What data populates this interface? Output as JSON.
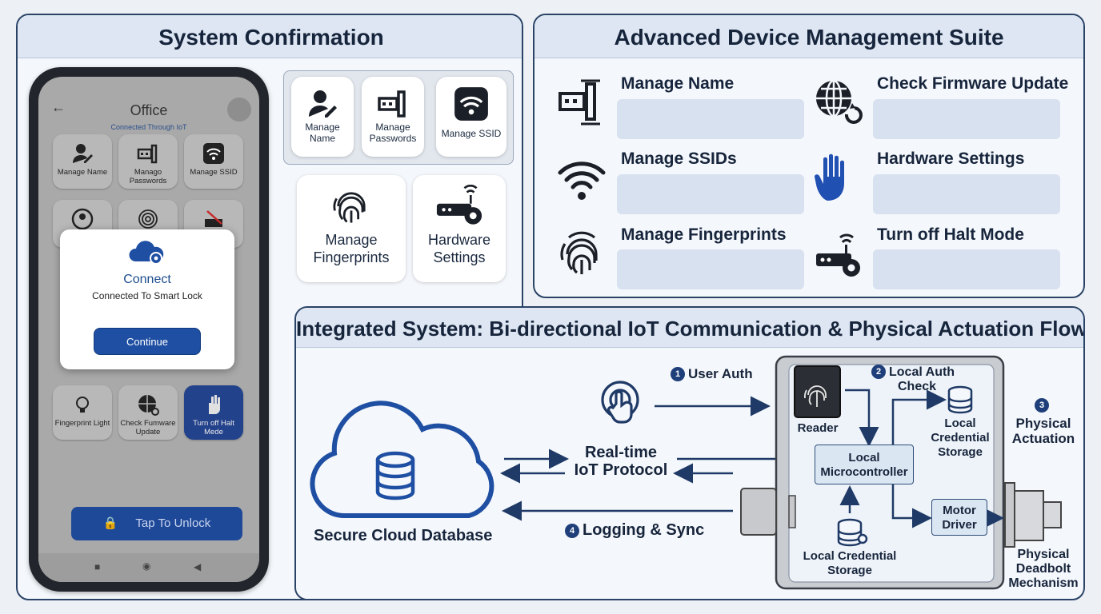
{
  "system_confirmation": {
    "title": "System Confirmation",
    "phone": {
      "screen_title": "Office",
      "screen_subtitle": "Connected Through IoT",
      "tiles": [
        "Manage Name",
        "Manago Passwords",
        "Manage SSID",
        "Fingerprint Light",
        "Check Fumware Update",
        "Turn off Halt Mede"
      ],
      "dialog": {
        "title": "Connect",
        "message": "Connected To Smart Lock",
        "button": "Continue"
      },
      "unlock_button": "Tap To Unlock"
    },
    "small_tiles": [
      "Manage Name",
      "Manage Passwords",
      "Manage SSID"
    ],
    "large_tiles": [
      "Manage Fingerprints",
      "Hardware Settings"
    ]
  },
  "advanced": {
    "title": "Advanced Device Management Suite",
    "items": [
      {
        "label": "Manage Name",
        "icon": "card-reader-icon"
      },
      {
        "label": "Check Firmware Update",
        "icon": "globe-refresh-icon"
      },
      {
        "label": "Manage SSIDs",
        "icon": "wifi-icon"
      },
      {
        "label": "Hardware Settings",
        "icon": "hand-icon"
      },
      {
        "label": "Manage Fingerprints",
        "icon": "fingerprint-icon"
      },
      {
        "label": "Turn off Halt Mode",
        "icon": "router-gear-icon"
      }
    ]
  },
  "integrated": {
    "title": "Integrated System: Bi-directional IoT Communication & Physical Actuation Flow",
    "cloud_label": "Secure Cloud Database",
    "protocol_label_1": "Real-time",
    "protocol_label_2": "IoT Protocol",
    "step1": "User Auth",
    "step2_1": "Local Auth",
    "step2_2": "Check",
    "step3_1": "Physical",
    "step3_2": "Actuation",
    "step4": "Logging & Sync",
    "reader": "Reader",
    "micro_1": "Local",
    "micro_2": "Microcontroller",
    "storage_top_1": "Local",
    "storage_top_2": "Credential",
    "storage_top_3": "Storage",
    "storage_bottom_1": "Local Credential",
    "storage_bottom_2": "Storage",
    "motor_1": "Motor",
    "motor_2": "Driver",
    "deadbolt_1": "Physical",
    "deadbolt_2": "Deadbolt",
    "deadbolt_3": "Mechanism",
    "badges": [
      "1",
      "2",
      "3",
      "4"
    ]
  }
}
